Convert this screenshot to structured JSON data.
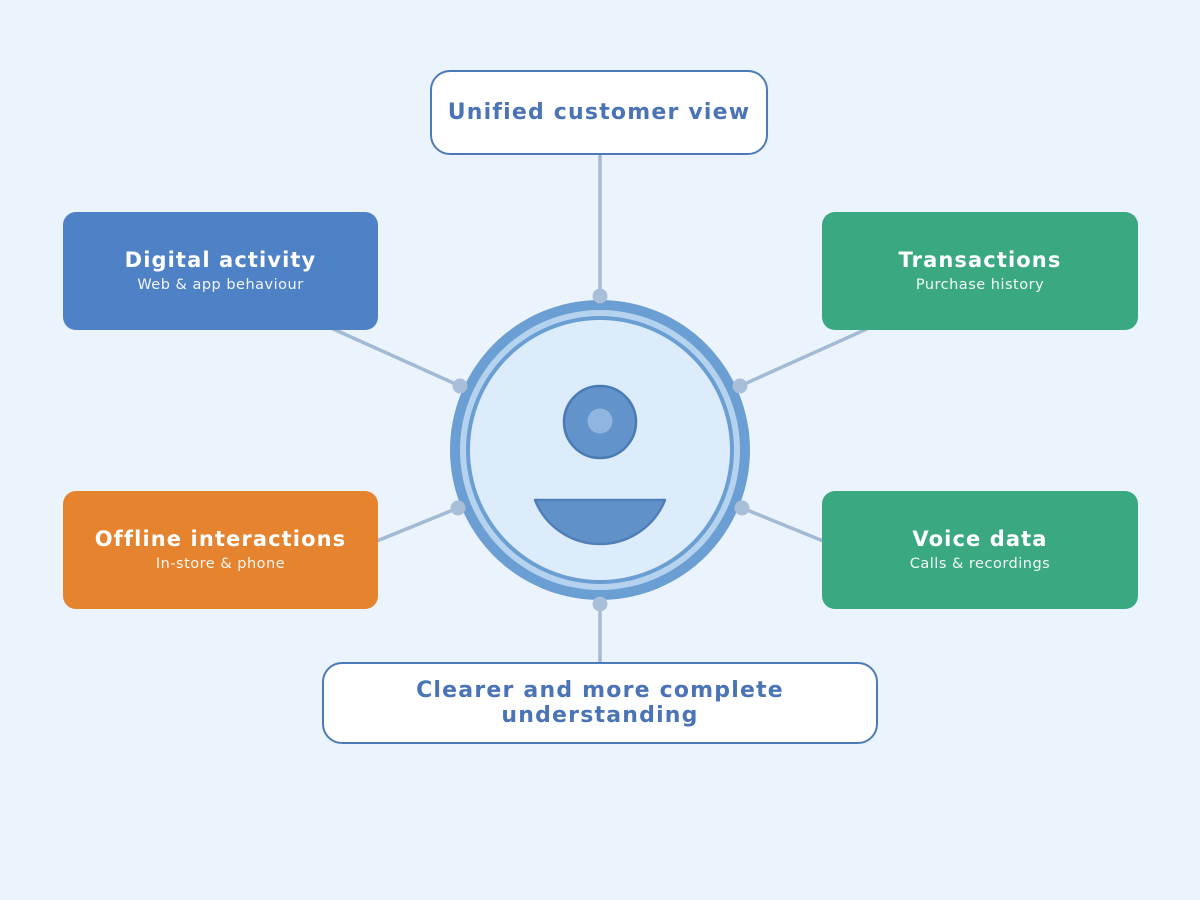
{
  "diagram": {
    "background_color": "#ebf4fc",
    "top_node": {
      "label": "Unified customer view"
    },
    "bottom_node": {
      "label": "Clearer and more complete understanding"
    },
    "source_nodes": [
      {
        "position": "top-left",
        "title": "Digital activity",
        "subtitle": "Web & app behaviour",
        "color": "#4e81c6"
      },
      {
        "position": "top-right",
        "title": "Transactions",
        "subtitle": "Purchase history",
        "color": "#3aa981"
      },
      {
        "position": "bottom-left",
        "title": "Offline interactions",
        "subtitle": "In-store & phone",
        "color": "#e5832e"
      },
      {
        "position": "bottom-right",
        "title": "Voice data",
        "subtitle": "Calls & recordings",
        "color": "#3aa981"
      }
    ],
    "center_icon": "person-icon",
    "colors": {
      "node_blue": "#4e81c6",
      "node_green": "#3aa981",
      "node_orange": "#e5832e",
      "outline_box_background": "#ffffff",
      "outline_box_border": "#4d7ab9",
      "outline_box_text": "#4a74b5",
      "connector_line": "#a3bad5",
      "connector_dot": "#a9bfd9",
      "circle_ring": "#6b9fd3",
      "circle_ring_light": "#b5d3ee",
      "circle_fill": "#ddecfb",
      "person_fill": "#6393cb",
      "person_stroke": "#4b7bb5",
      "person_highlight": "#90b5e1"
    }
  }
}
